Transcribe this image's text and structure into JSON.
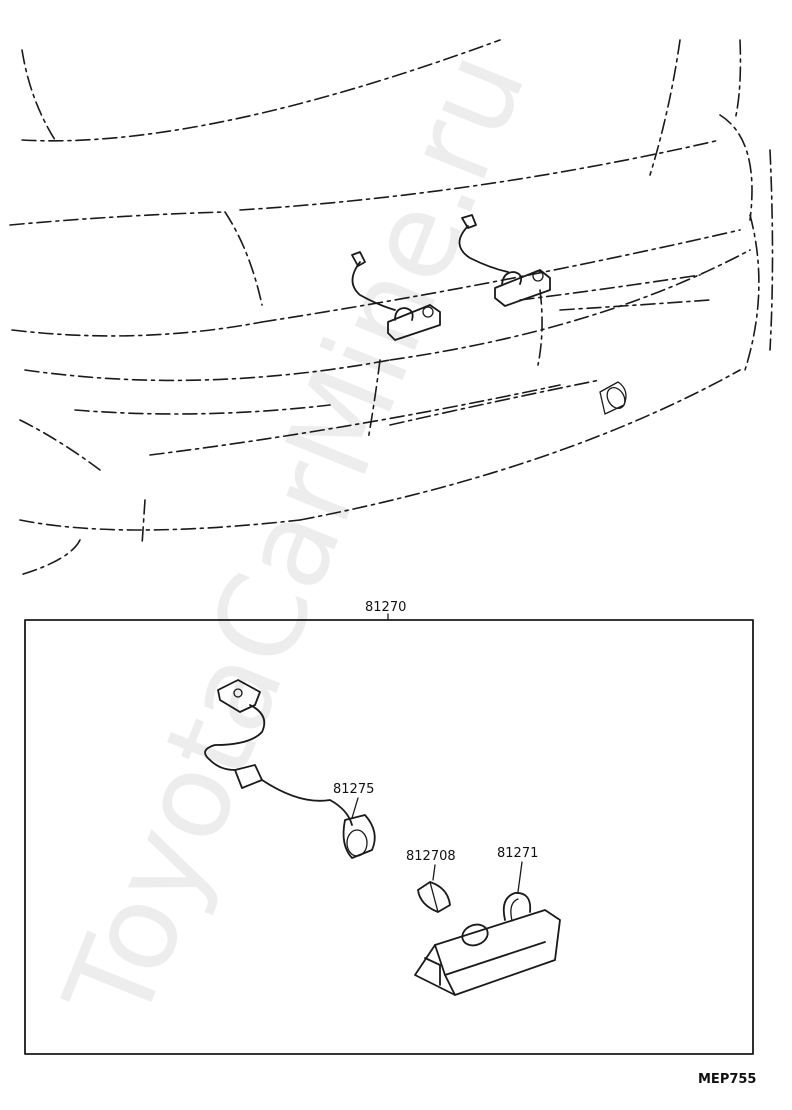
{
  "watermark": "ToyotaCarMine.ru",
  "assembly_label": "81270",
  "parts": [
    {
      "id": "p1",
      "label": "81275"
    },
    {
      "id": "p2",
      "label": "812708"
    },
    {
      "id": "p3",
      "label": "81271"
    }
  ],
  "diagram_code": "MEP755"
}
